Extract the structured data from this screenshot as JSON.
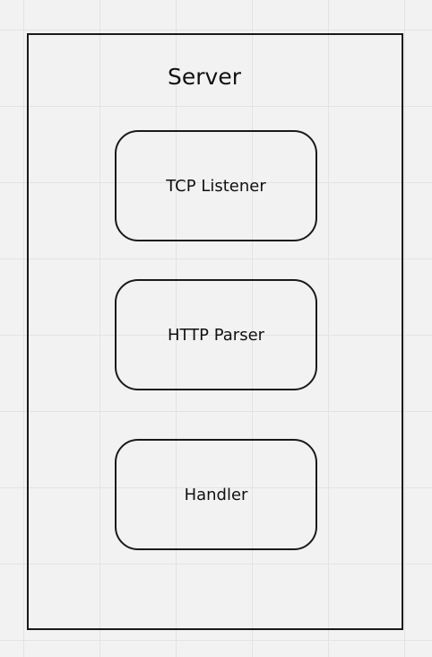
{
  "diagram": {
    "container": {
      "title": "Server"
    },
    "components": [
      {
        "label": "TCP Listener"
      },
      {
        "label": "HTTP Parser"
      },
      {
        "label": "Handler"
      }
    ]
  }
}
